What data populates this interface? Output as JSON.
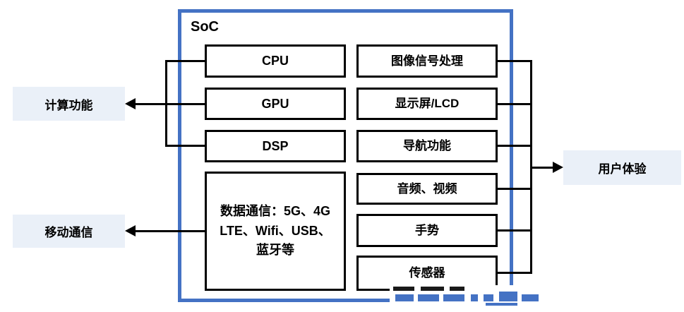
{
  "soc": {
    "label": "SoC",
    "compute_blocks": [
      {
        "label": "CPU"
      },
      {
        "label": "GPU"
      },
      {
        "label": "DSP"
      }
    ],
    "data_comm_block": {
      "label": "数据通信：5G、4G\nLTE、Wifi、USB、\n蓝牙等"
    },
    "peripheral_blocks": [
      {
        "label": "图像信号处理"
      },
      {
        "label": "显示屏/LCD"
      },
      {
        "label": "导航功能"
      },
      {
        "label": "音频、视频"
      },
      {
        "label": "手势"
      },
      {
        "label": "传感器"
      }
    ]
  },
  "external_labels": {
    "compute": "计算功能",
    "mobile": "移动通信",
    "user_experience": "用户体验"
  },
  "colors": {
    "soc_border": "#4472C4",
    "block_border": "#000000",
    "external_label_fill": "#EAF0F8",
    "text": "#000000"
  }
}
